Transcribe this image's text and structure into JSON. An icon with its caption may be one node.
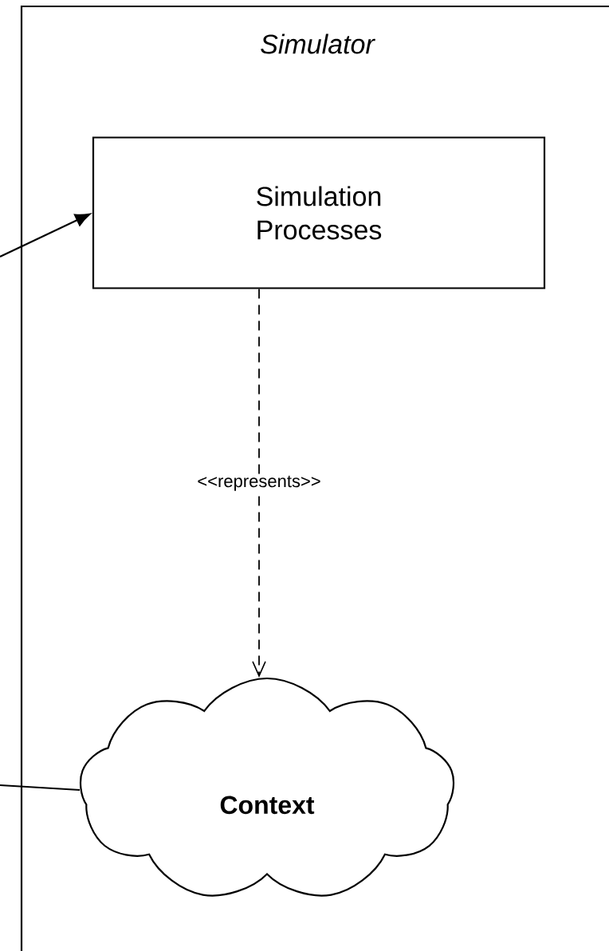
{
  "diagram": {
    "nodes": [
      {
        "text": [
          "Simulator"
        ]
      },
      {
        "text": [
          "Simulation Processes"
        ],
        "in": 0
      },
      {
        "text": [
          "Context"
        ],
        "in": 0
      }
    ],
    "edges": [
      {
        "from": null,
        "to": 1,
        "arrow": "to"
      },
      {
        "from": 1,
        "to": 2,
        "arrow": "to",
        "label": "<<represents>>",
        "style": "dashed"
      },
      {
        "from": null,
        "to": 2,
        "arrow": "none"
      }
    ]
  }
}
